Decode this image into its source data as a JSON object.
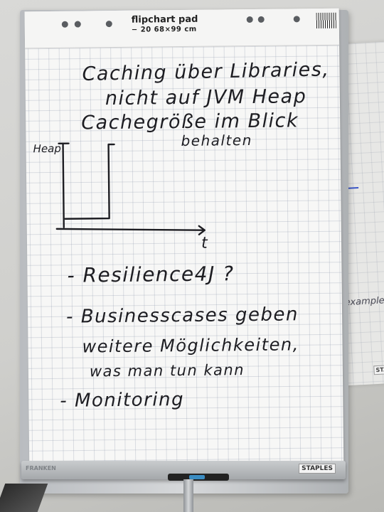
{
  "flipchart": {
    "header_title": "flipchart pad",
    "header_spec": "− 20   68×99 cm",
    "lines": {
      "line1": "Caching über Libraries,",
      "line2": "nicht auf JVM Heap",
      "line3": "Cachegröße im Blick",
      "line4": "behalten",
      "line5": "- Resilience4J ?",
      "line6": "- Businesscases geben",
      "line7": "weitere Möglichkeiten,",
      "line8": "was man tun kann",
      "line9": "- Monitoring"
    },
    "sketch": {
      "y_label": "Heap",
      "x_label": "t"
    }
  },
  "background": {
    "back_sheet_text": "examples",
    "brand_label": "STAPLES"
  },
  "easel": {
    "tray_brand_left": "FRANKEN",
    "tray_brand_right": "STAPLES"
  },
  "colors": {
    "ink": "#1d1d22",
    "paper": "#f7f7f6",
    "grid": "#8c96aa",
    "frame": "#c4c7ca"
  }
}
